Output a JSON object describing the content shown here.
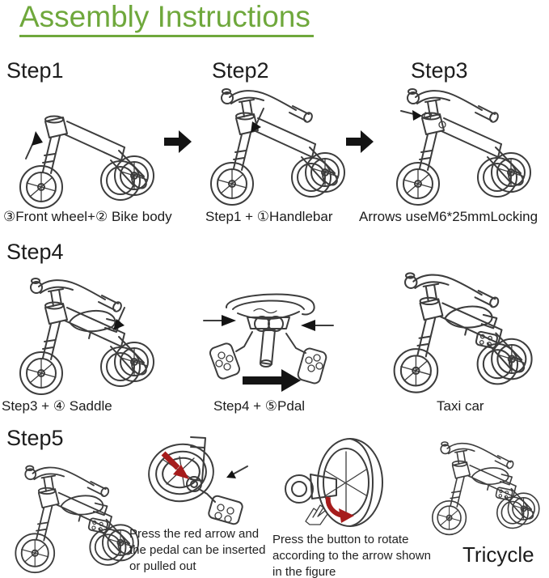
{
  "title": "Assembly Instructions",
  "colors": {
    "green": "#6fa83c",
    "red": "#a61c1c",
    "line": "#3d3d3d",
    "ink": "#1c1c1c"
  },
  "row1": {
    "step1_heading": "Step1",
    "step2_heading": "Step2",
    "step3_heading": "Step3",
    "caption1": "③Front wheel+② Bike body",
    "caption2": "Step1 + ①Handlebar",
    "caption3": "Arrows useM6*25mmLocking"
  },
  "row2": {
    "step4_heading": "Step4",
    "caption1": "Step3 + ④ Saddle",
    "caption2": "Step4 + ⑤Pdal",
    "caption3": "Taxi car"
  },
  "row3": {
    "step5_heading": "Step5",
    "note1": "Press the red arrow and the pedal can be inserted or pulled out",
    "note2": "Press the button to rotate according to the arrow shown in the figure",
    "label": "Tricycle"
  },
  "illustrations": [
    "bike-frame-with-front-wheel",
    "right-arrow",
    "frame-plus-handlebar",
    "right-arrow",
    "frame-with-locking-screws",
    "bike-with-saddle",
    "pedal-assembly",
    "taxi-car-bike",
    "step5-bike",
    "wheel-with-pedal-red-arrow",
    "wheel-rotate-button",
    "tricycle"
  ]
}
